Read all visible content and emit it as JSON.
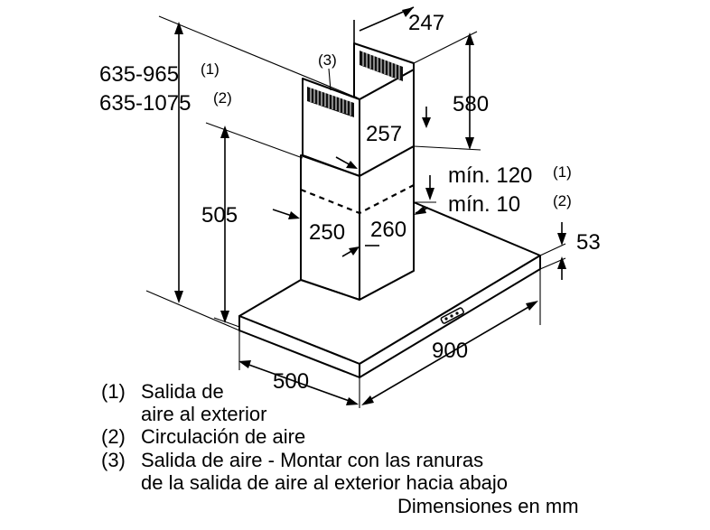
{
  "dimensions": {
    "d247": "247",
    "d580": "580",
    "d257": "257",
    "d505": "505",
    "d250": "250",
    "d260": "260",
    "d53": "53",
    "d900": "900",
    "d500": "500",
    "height_1_value": "635-965",
    "height_1_note": "(1)",
    "height_2_value": "635-1075",
    "height_2_note": "(2)",
    "min_1_value": "mín. 120",
    "min_1_note": "(1)",
    "min_2_value": "mín. 10",
    "min_2_note": "(2)"
  },
  "callout_3": "(3)",
  "legend": {
    "item1_num": "(1)",
    "item1_line1": "Salida de",
    "item1_line2": "aire al exterior",
    "item2_num": "(2)",
    "item2_line1": "Circulación de aire",
    "item3_num": "(3)",
    "item3_line1": "Salida de aire - Montar con las ranuras",
    "item3_line2": "de la salida de aire al exterior hacia abajo"
  },
  "units_note": "Dimensiones en mm"
}
